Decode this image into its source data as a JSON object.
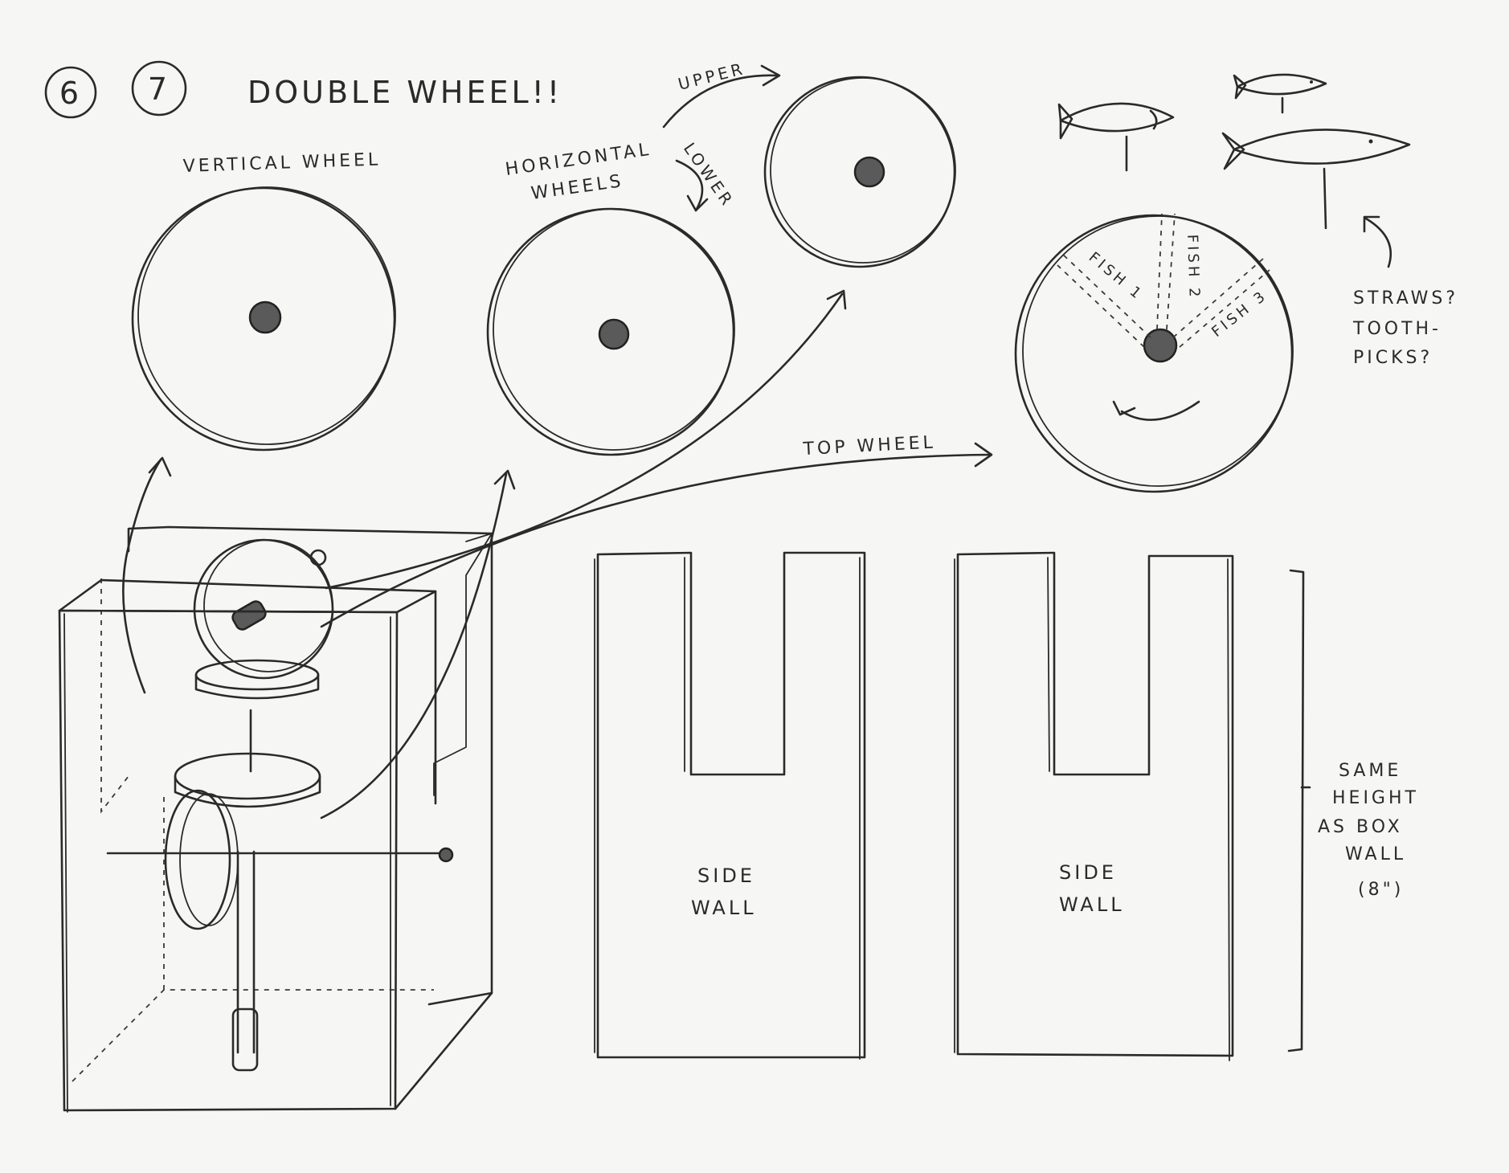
{
  "header": {
    "badge_left": "6",
    "badge_right": "7",
    "title": "DOUBLE WHEEL!!"
  },
  "labels": {
    "vertical_wheel": "VERTICAL WHEEL",
    "horizontal_wheels_line1": "HORIZONTAL",
    "horizontal_wheels_line2": "WHEELS",
    "upper": "UPPER",
    "lower": "LOWER",
    "top_wheel": "TOP WHEEL",
    "fish_1": "FISH 1",
    "fish_2": "FISH 2",
    "fish_3": "FISH 3",
    "straws_line1": "STRAWS?",
    "straws_line2": "TOOTH-",
    "straws_line3": "PICKS?",
    "side_wall_left_line1": "SIDE",
    "side_wall_left_line2": "WALL",
    "side_wall_right_line1": "SIDE",
    "side_wall_right_line2": "WALL",
    "same_height_line1": "SAME",
    "same_height_line2": "HEIGHT",
    "same_height_line3": "AS BOX",
    "same_height_line4": "WALL",
    "same_height_line5": "(8\")"
  },
  "colors": {
    "ink": "#2a2a2a",
    "paper": "#f6f6f4",
    "hub_fill": "#5a5a5a"
  }
}
